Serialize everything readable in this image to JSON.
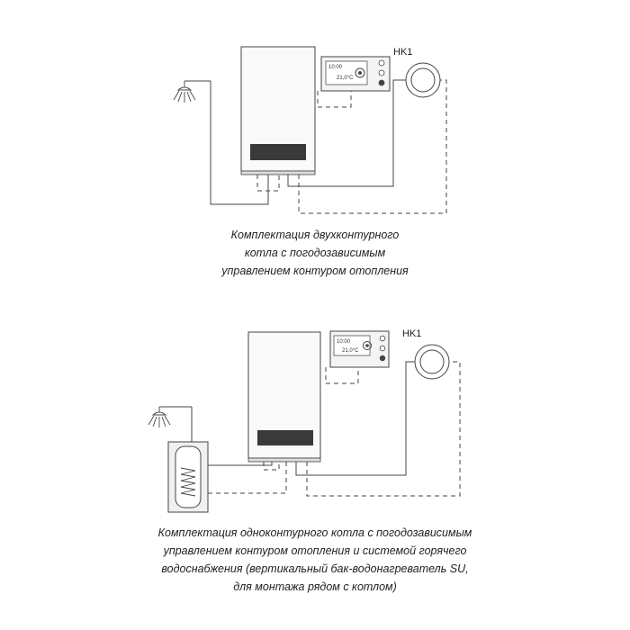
{
  "diagram1": {
    "hk_label": "HK1",
    "display_time": "10:00",
    "display_temp": "21,0°C",
    "caption": [
      "Комплектация двухконтурного",
      "котла с погодозависимым",
      "управлением контуром отопления"
    ]
  },
  "diagram2": {
    "hk_label": "HK1",
    "display_time": "10:00",
    "display_temp": "21,0°C",
    "caption": [
      "Комплектация одноконтурного котла с погодозависимым",
      "управлением контуром отопления и системой горячего",
      "водоснабжения (вертикальный бак-водонагреватель SU,",
      "для монтажа рядом с котлом)"
    ]
  }
}
